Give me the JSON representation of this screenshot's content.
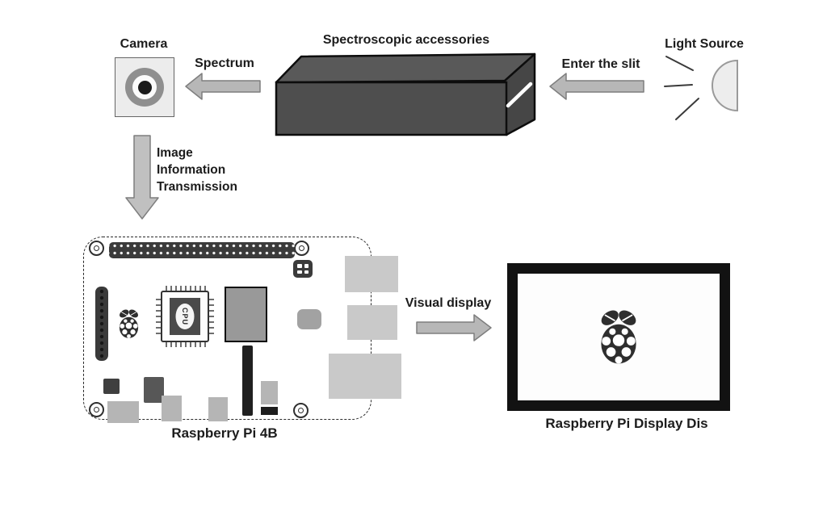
{
  "diagram": {
    "camera": {
      "label": "Camera"
    },
    "spectrum_arrow": {
      "label": "Spectrum"
    },
    "spectroscope": {
      "label": "Spectroscopic accessories"
    },
    "slit_arrow": {
      "label": "Enter the slit"
    },
    "light_source": {
      "label": "Light Source"
    },
    "transmission_arrow": {
      "label_lines": [
        "Image",
        "Information",
        "Transmission"
      ]
    },
    "raspberry_pi": {
      "label": "Raspberry Pi 4B",
      "cpu_label": "CPU"
    },
    "display_arrow": {
      "label": "Visual display"
    },
    "display": {
      "label": "Raspberry Pi Display Dis"
    }
  },
  "icons": {
    "camera_lens": "bullseye-lens-icon",
    "spectroscope_box": "dark-3d-box-with-white-slit",
    "light_source": "half-dome-lamp-with-rays",
    "raspberry_logo": "raspberry-pi-logo",
    "cpu_chip": "qfp-chip-with-pins",
    "arrows": [
      "left-arrow",
      "down-arrow",
      "right-arrow"
    ]
  },
  "colors": {
    "arrow_fill": "#b7b7b7",
    "arrow_stroke": "#7e7e7e",
    "box_front": "#4e4e4e",
    "box_top": "#595959",
    "box_side": "#464646",
    "display_bezel": "#121212",
    "component_dark": "#3b3b3b",
    "ram_gray": "#999999",
    "port_gray": "#b5b5b5",
    "text": "#1c1c1c"
  }
}
